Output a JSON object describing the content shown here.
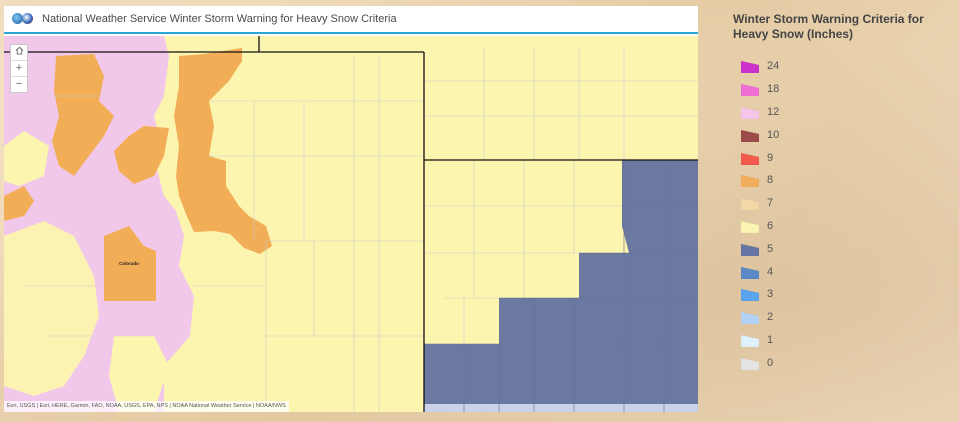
{
  "header": {
    "title": "National Weather Service Winter Storm Warning for Heavy Snow Criteria"
  },
  "map": {
    "zoom_controls": {
      "home_icon": "home-icon",
      "zoom_in": "+",
      "zoom_out": "−"
    },
    "labels": {
      "city_colorado": "Colorado"
    },
    "attribution": "Esri, USGS | Esri, HERE, Garmin, FAO, NOAA, USGS, EPA, NPS | NOAA National Weather Service | NOAA/NWS"
  },
  "legend": {
    "title": "Winter Storm Warning Criteria for Heavy Snow (Inches)",
    "items": [
      {
        "label": "24",
        "color": "#cc33cc"
      },
      {
        "label": "18",
        "color": "#ef6fd7"
      },
      {
        "label": "12",
        "color": "#f7c5ea"
      },
      {
        "label": "10",
        "color": "#9b4b4a"
      },
      {
        "label": "9",
        "color": "#f25a4e"
      },
      {
        "label": "8",
        "color": "#f2ad5d"
      },
      {
        "label": "7",
        "color": "#f4d9a6"
      },
      {
        "label": "6",
        "color": "#fbf5b4"
      },
      {
        "label": "5",
        "color": "#6675a3"
      },
      {
        "label": "4",
        "color": "#5b89c6"
      },
      {
        "label": "3",
        "color": "#5aa4ee"
      },
      {
        "label": "2",
        "color": "#b4d2f5"
      },
      {
        "label": "1",
        "color": "#dff1fb"
      },
      {
        "label": "0",
        "color": "#e4e4e4"
      }
    ]
  },
  "colors": {
    "pink_zone": "#f2c8ea",
    "orange_zone": "#f2ae56",
    "yellow_zone": "#fcf5b0",
    "blue_zone": "#6b789f",
    "title_border": "#2aa6d8"
  }
}
